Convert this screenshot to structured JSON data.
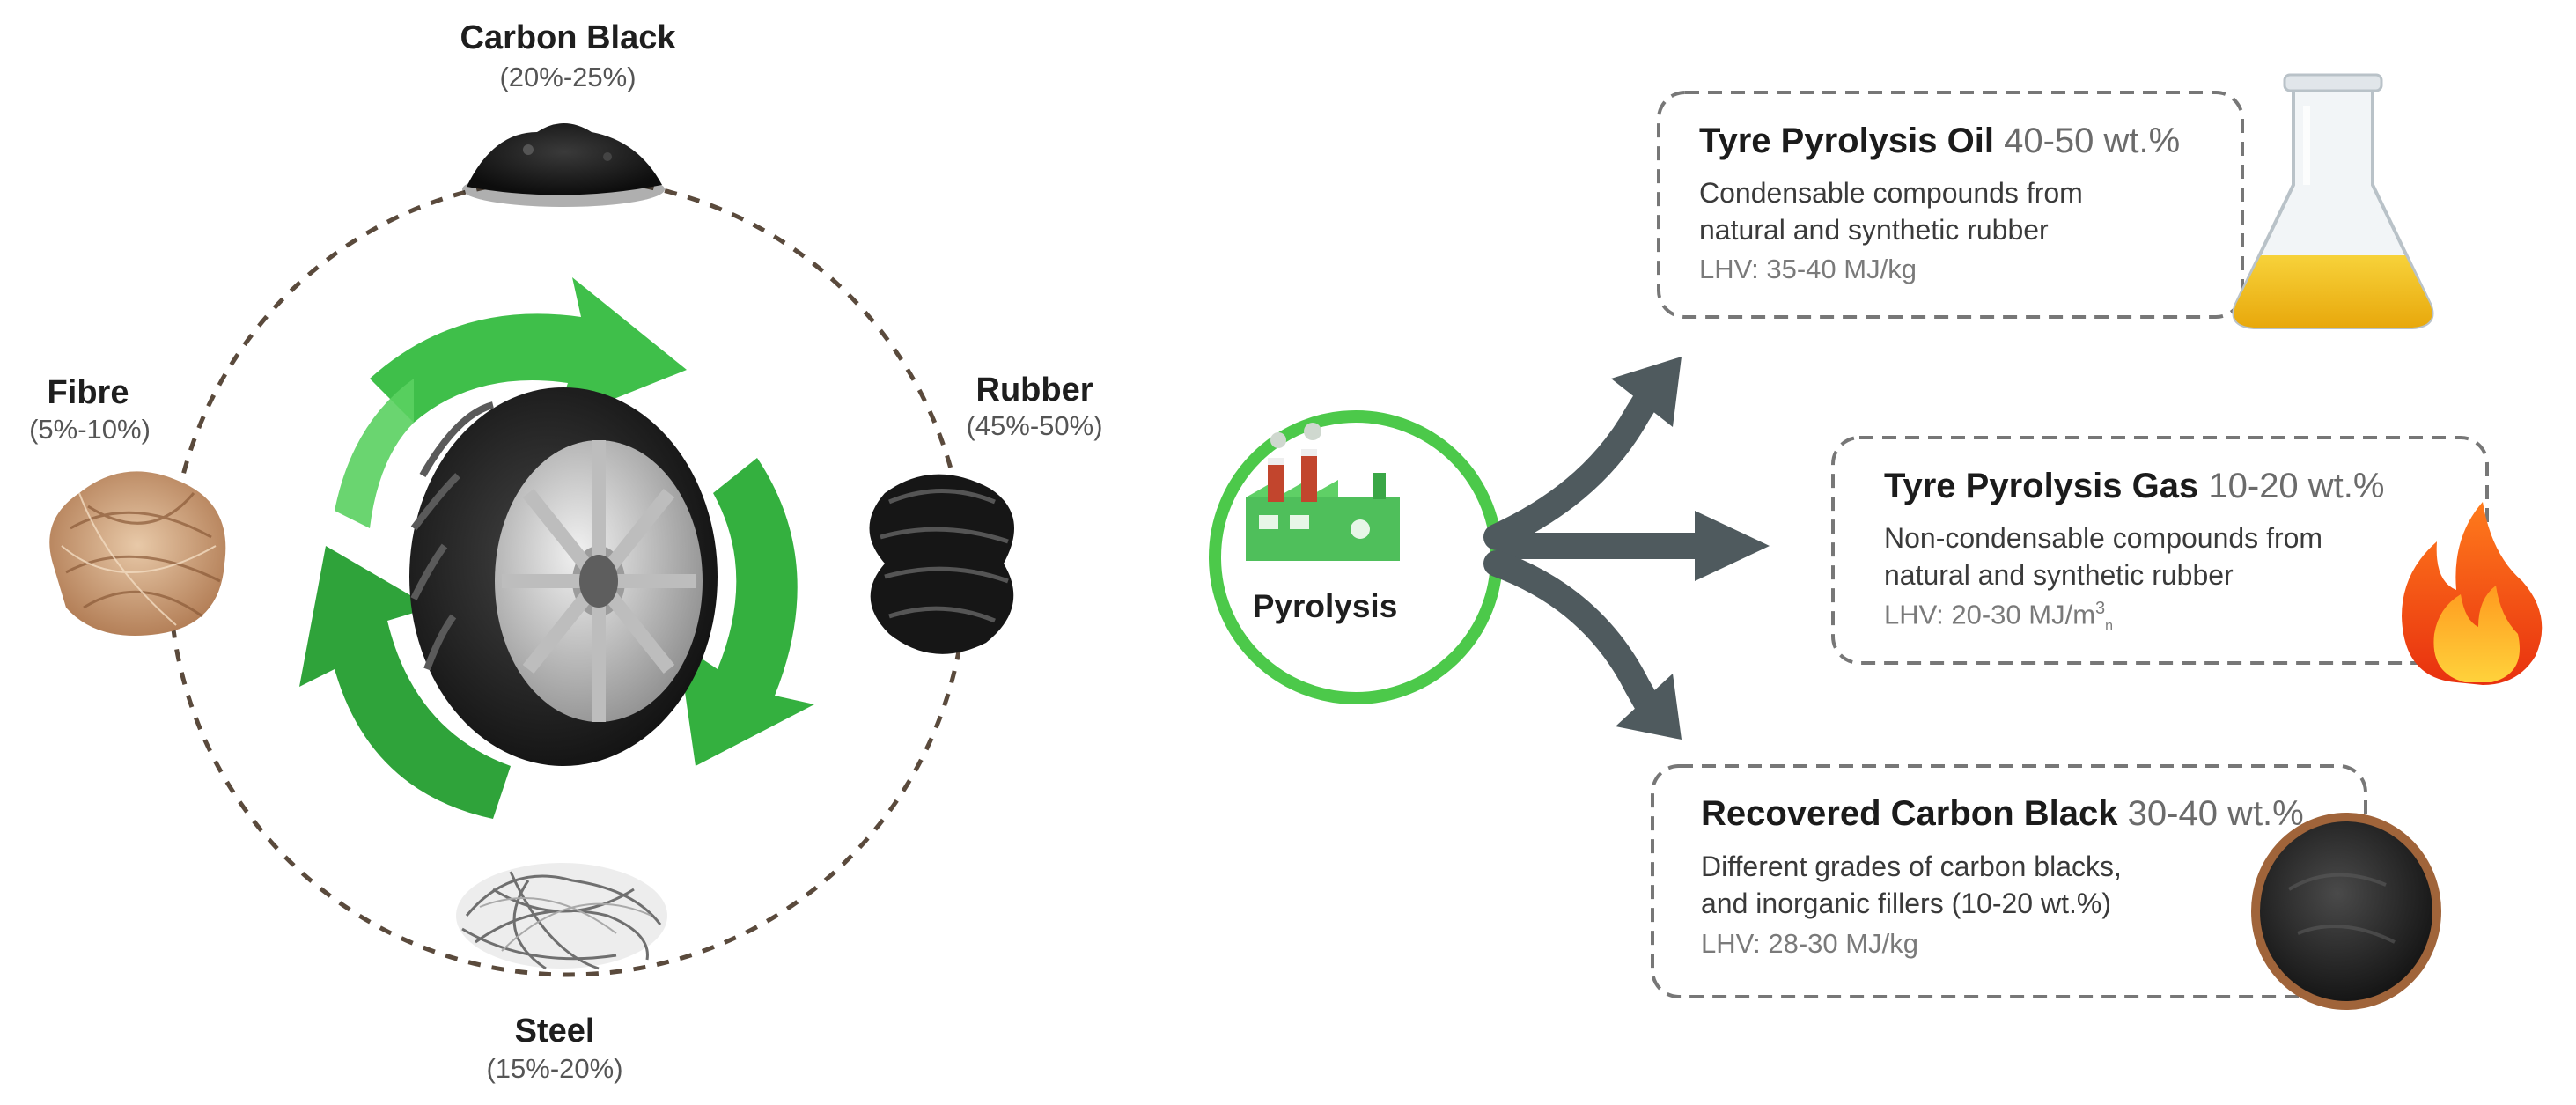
{
  "components": {
    "carbon_black": {
      "name": "Carbon Black",
      "share": "(20%-25%)"
    },
    "fibre": {
      "name": "Fibre",
      "share": "(5%-10%)"
    },
    "rubber": {
      "name": "Rubber",
      "share": "(45%-50%)"
    },
    "steel": {
      "name": "Steel",
      "share": "(15%-20%)"
    }
  },
  "process": {
    "label": "Pyrolysis"
  },
  "products": {
    "oil": {
      "name": "Tyre Pyrolysis Oil",
      "yield": "40-50 wt.%",
      "desc_line1": "Condensable compounds from",
      "desc_line2": "natural and synthetic rubber",
      "lhv": "LHV: 35-40 MJ/kg"
    },
    "gas": {
      "name": "Tyre Pyrolysis Gas",
      "yield": "10-20 wt.%",
      "desc_line1": "Non-condensable compounds from",
      "desc_line2": "natural and synthetic rubber",
      "lhv_prefix": "LHV: 20-30 MJ/m",
      "lhv_sup": "3",
      "lhv_sub": "n"
    },
    "carbon": {
      "name": "Recovered Carbon Black",
      "yield": "30-40 wt.%",
      "desc_line1": "Different grades of carbon blacks,",
      "desc_line2": "and inorganic fillers (10-20 wt.%)",
      "lhv": "LHV: 28-30 MJ/kg"
    }
  },
  "colors": {
    "recycle_green": "#3fbf4a",
    "circle_green": "#4cc94a",
    "arrow_gray": "#4f5a5e",
    "dashed_border": "#777777"
  },
  "icons": [
    "recycling-arrows-icon",
    "tyre-icon",
    "carbon-black-pile-icon",
    "fibre-bundle-icon",
    "rubber-strips-icon",
    "steel-wire-icon",
    "factory-icon",
    "flask-icon",
    "flame-icon",
    "carbon-bowl-icon"
  ]
}
